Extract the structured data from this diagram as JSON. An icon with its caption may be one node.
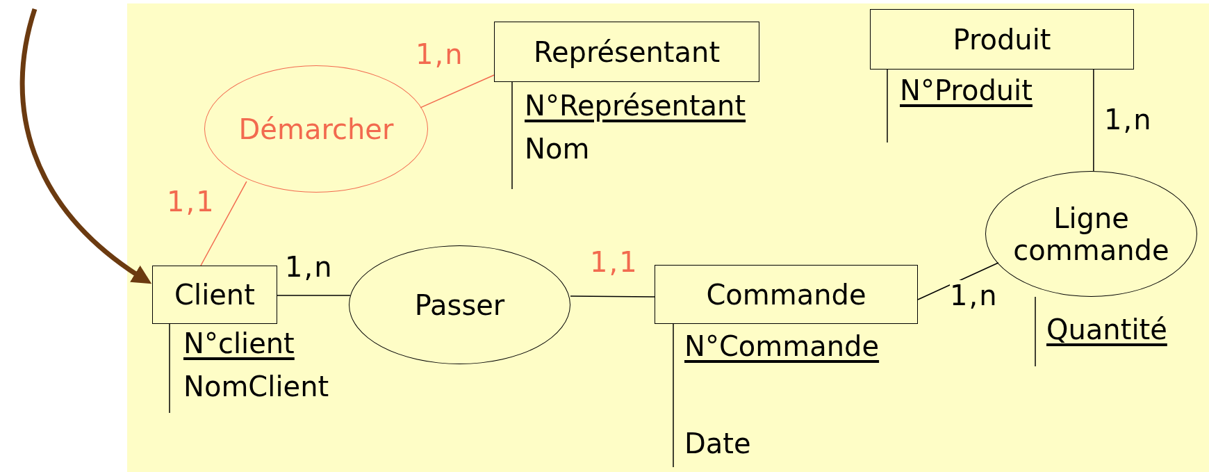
{
  "diagram": {
    "nodes": [
      {
        "text": [
          "Représentant"
        ],
        "beside": [
          "N°Représentant",
          "Nom"
        ]
      },
      {
        "text": [
          "Produit"
        ],
        "beside": [
          "N°Produit"
        ]
      },
      {
        "text": [
          "Démarcher"
        ]
      },
      {
        "text": [
          "Ligne commande"
        ],
        "beside": [
          "Quantité"
        ]
      },
      {
        "text": [
          "Client"
        ],
        "beside": [
          "N°client",
          "NomClient"
        ]
      },
      {
        "text": [
          "Passer"
        ]
      },
      {
        "text": [
          "Commande"
        ],
        "beside": [
          "N°Commande",
          "Date"
        ]
      }
    ],
    "edges": [
      {
        "from": 2,
        "to": 0,
        "arrow": "none",
        "label": "1,n",
        "color": "#f26a4f"
      },
      {
        "from": 2,
        "to": 4,
        "arrow": "none",
        "label": "1,1",
        "color": "#f26a4f"
      },
      {
        "from": 4,
        "to": 5,
        "arrow": "none",
        "label": "1,n"
      },
      {
        "from": 5,
        "to": 6,
        "arrow": "none",
        "label": "1,1"
      },
      {
        "from": 6,
        "to": 3,
        "arrow": "none",
        "label": "1,n"
      },
      {
        "from": 1,
        "to": 3,
        "arrow": "none",
        "label": "1,n"
      },
      {
        "from": null,
        "to": 4,
        "arrow": "to",
        "style": "thick",
        "color": "#6b3a10"
      }
    ]
  }
}
